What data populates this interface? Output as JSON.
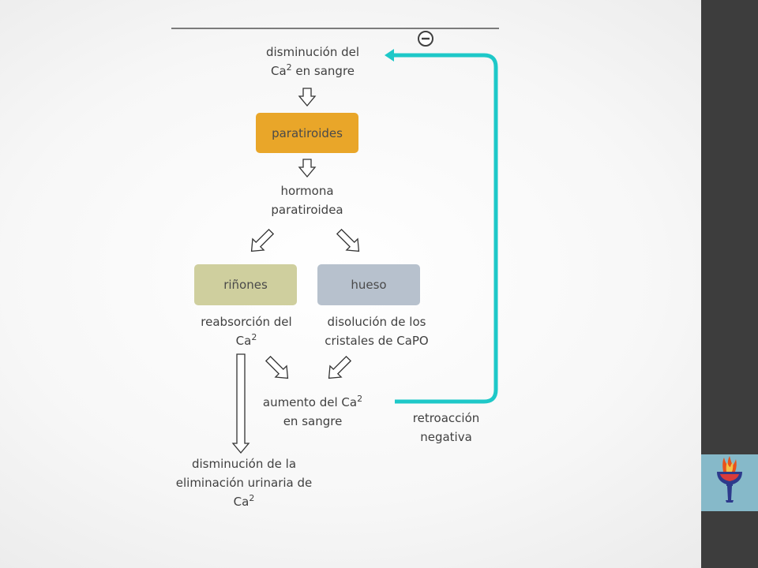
{
  "diagram": {
    "top_label": {
      "line1": "disminución del",
      "line2_prefix": "Ca",
      "sup": "2",
      "line2_suffix": " en sangre"
    },
    "box_paratiroides": "paratiroides",
    "hormone": {
      "line1": "hormona",
      "line2": "paratiroidea"
    },
    "box_rinones": "riñones",
    "box_hueso": "hueso",
    "reabsorcion": {
      "line1": "reabsorción del",
      "line2_prefix": "Ca",
      "sup": "2"
    },
    "disolucion": {
      "line1": "disolución de los",
      "line2": "cristales de CaPO"
    },
    "aumento": {
      "line1_prefix": "aumento del Ca",
      "sup": "2",
      "line2": "en sangre"
    },
    "eliminacion": {
      "line1": "disminución de la",
      "line2": "eliminación urinaria de",
      "line3_prefix": "Ca",
      "sup": "2"
    },
    "feedback": {
      "line1": "retroacción",
      "line2": "negativa"
    },
    "feedback_sign": "−"
  },
  "colors": {
    "feedback_line": "#1ec8c8",
    "paratiroides_box": "#e9a629",
    "rinones_box": "#cfcf9e",
    "hueso_box": "#b7c1cd",
    "sidebar": "#3d3d3d",
    "logo_box": "#86b9c9"
  },
  "icons": {
    "logo": "torch-icon"
  }
}
